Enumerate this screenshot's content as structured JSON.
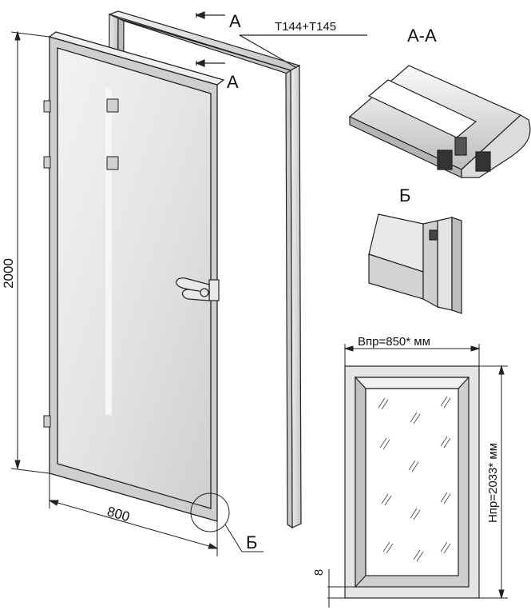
{
  "section_label_top": "A",
  "section_label_bottom": "A",
  "profile_code": "T144+T145",
  "section_view_title": "A-A",
  "detail_label_view": "Б",
  "detail_label_callout": "Б",
  "height_dim": "2000",
  "width_dim": "800",
  "opening_width": "Впр=850* мм",
  "opening_height": "Нпр=2033* мм",
  "gap_dim": "8",
  "colors": {
    "line": "#222222",
    "glass": "#e6e6e6",
    "frame": "#d9d9d9",
    "shade": "#a8a8a8"
  }
}
